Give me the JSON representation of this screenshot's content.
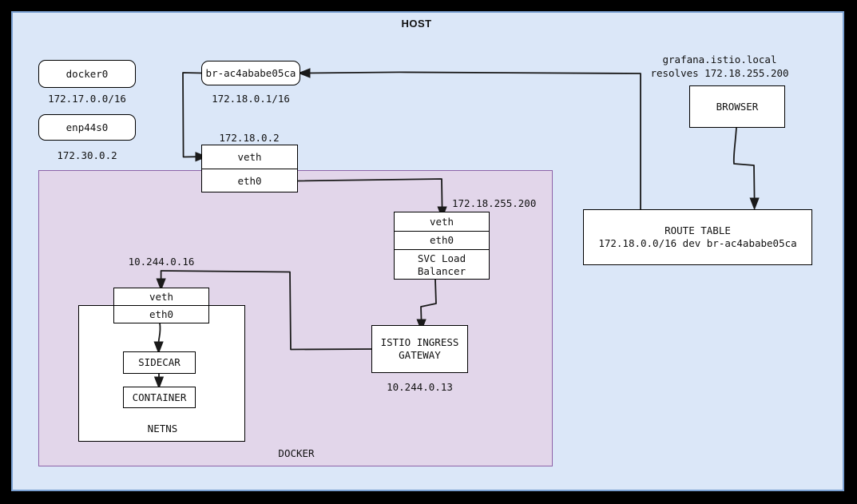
{
  "host": {
    "title": "HOST"
  },
  "docker": {
    "title": "DOCKER"
  },
  "netns": {
    "title": "NETNS"
  },
  "interfaces": {
    "docker0": {
      "label": "docker0",
      "cidr": "172.17.0.0/16"
    },
    "enp44s0": {
      "label": "enp44s0",
      "cidr": "172.30.0.2"
    },
    "bridge": {
      "label": "br-ac4ababe05ca",
      "cidr": "172.18.0.1/16"
    }
  },
  "ingress_pair": {
    "ip": "172.18.0.2",
    "rows": [
      "veth",
      "eth0"
    ]
  },
  "svc_lb": {
    "ip": "172.18.255.200",
    "rows": [
      "veth",
      "eth0",
      "SVC Load\nBalancer"
    ]
  },
  "gateway": {
    "label": "ISTIO INGRESS\nGATEWAY",
    "ip": "10.244.0.13"
  },
  "pod": {
    "ip": "10.244.0.16",
    "rows": [
      "veth",
      "eth0"
    ],
    "sidecar": "SIDECAR",
    "container": "CONTAINER"
  },
  "browser": {
    "note": "grafana.istio.local\nresolves 172.18.255.200",
    "label": "BROWSER"
  },
  "route_table": {
    "title": "ROUTE TABLE",
    "entry": "172.18.0.0/16 dev br-ac4ababe05ca"
  },
  "colors": {
    "host_fill": "#dbe7f8",
    "host_border": "#7aa0d2",
    "docker_fill": "#e2d6ea",
    "docker_border": "#8e63a8",
    "node_fill": "#ffffff",
    "stroke": "#1a1a1a"
  }
}
